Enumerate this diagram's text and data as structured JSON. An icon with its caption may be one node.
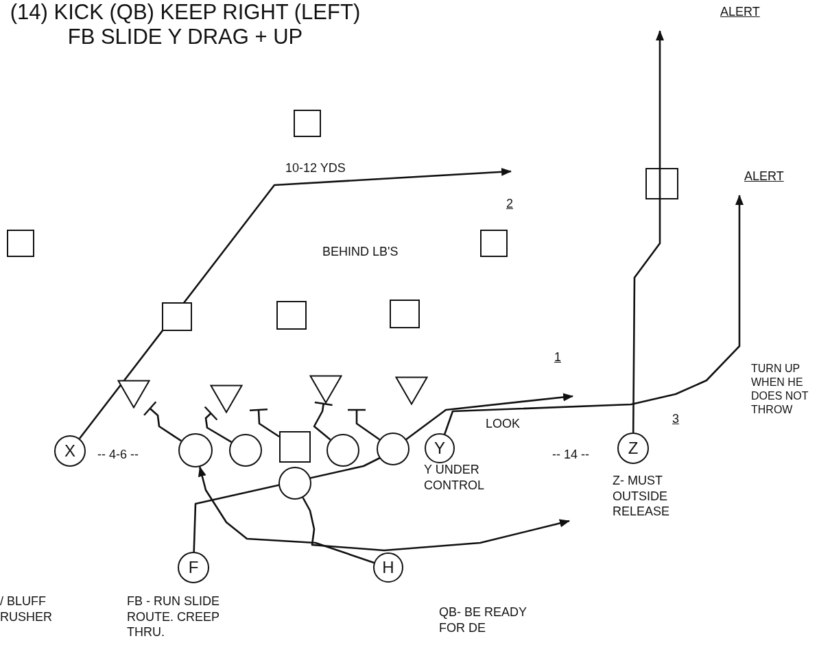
{
  "diagram": {
    "title": "(14) KICK (QB) KEEP RIGHT (LEFT) FB SLIDE Y DRAG + UP",
    "nodes": [
      {
        "text": [],
        "shape": "box"
      },
      {
        "text": [],
        "shape": "box"
      },
      {
        "text": [],
        "shape": "box"
      },
      {
        "text": [],
        "shape": "box"
      },
      {
        "text": [],
        "shape": "box"
      },
      {
        "text": [],
        "shape": "box"
      },
      {
        "text": [],
        "shape": "box"
      },
      {
        "text": [],
        "shape": "triangle"
      },
      {
        "text": [],
        "shape": "triangle"
      },
      {
        "text": [],
        "shape": "triangle"
      },
      {
        "text": [],
        "shape": "triangle"
      },
      {
        "text": [
          "X"
        ]
      },
      {
        "text": [],
        "shape": "circle"
      },
      {
        "text": [],
        "shape": "circle"
      },
      {
        "text": [],
        "shape": "box"
      },
      {
        "text": [],
        "shape": "circle"
      },
      {
        "text": [],
        "shape": "circle"
      },
      {
        "text": [
          "Y"
        ]
      },
      {
        "text": [
          "Z"
        ]
      },
      {
        "text": [],
        "shape": "circle"
      },
      {
        "text": [
          "F"
        ]
      },
      {
        "text": [
          "H"
        ]
      }
    ],
    "edges": [
      {
        "from": 11,
        "to": null,
        "arrow": "to"
      },
      {
        "from": 20,
        "to": null,
        "arrow": "to"
      },
      {
        "from": 17,
        "to": null,
        "arrow": "to"
      },
      {
        "from": 18,
        "to": null,
        "arrow": "to"
      },
      {
        "from": 19,
        "to": null,
        "arrow": "to"
      },
      {
        "from": 21,
        "to": 12,
        "arrow": "to"
      },
      {
        "from": 12,
        "to": 7,
        "arrow": "other"
      },
      {
        "from": 13,
        "to": 8,
        "arrow": "other"
      },
      {
        "from": 14,
        "to": null,
        "arrow": "other"
      },
      {
        "from": 15,
        "to": 9,
        "arrow": "other"
      },
      {
        "from": 16,
        "to": null,
        "arrow": "other"
      }
    ],
    "labels": [
      "ALERT",
      "10-12 YDS",
      "ALERT",
      "2",
      "BEHIND LB'S",
      "1",
      "TURN UP WHEN HE DOES NOT THROW",
      "LOOK",
      "3",
      "-- 4-6 --",
      "-- 14 --",
      "Y UNDER CONTROL",
      "Z- MUST OUTSIDE RELEASE",
      "/ BLUFF RUSHER",
      "FB - RUN SLIDE ROUTE. CREEP THRU.",
      "QB- BE READY FOR DE"
    ]
  }
}
